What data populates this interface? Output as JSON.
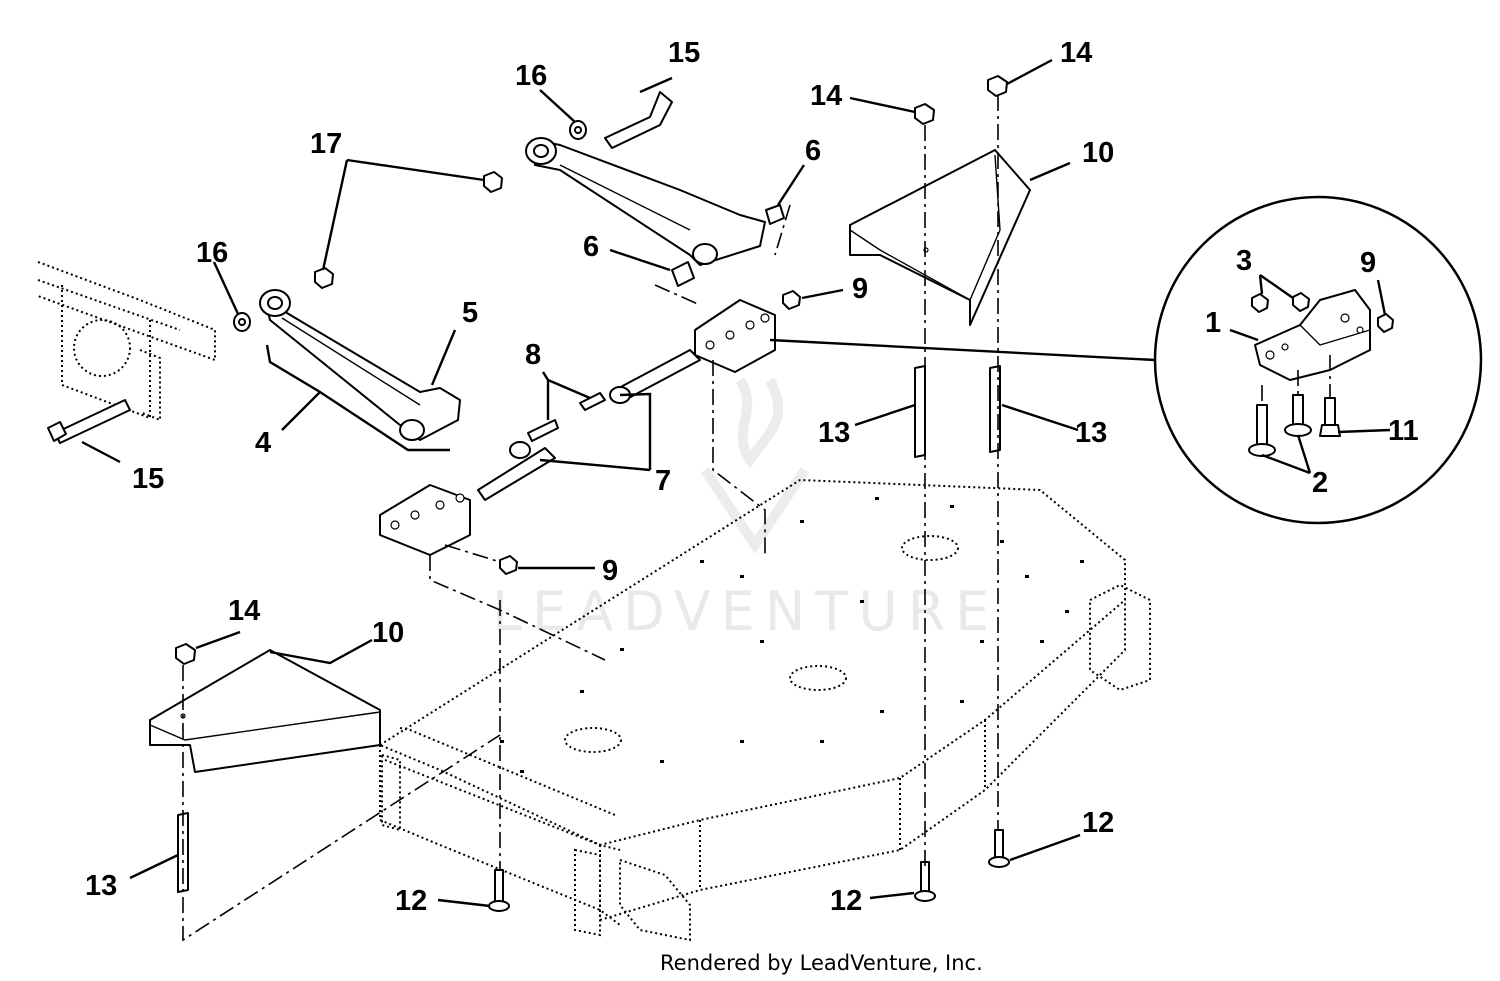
{
  "callouts": [
    {
      "id": "c15a",
      "text": "15"
    },
    {
      "id": "c16a",
      "text": "16"
    },
    {
      "id": "c17",
      "text": "17"
    },
    {
      "id": "c16b",
      "text": "16"
    },
    {
      "id": "c5",
      "text": "5"
    },
    {
      "id": "c4",
      "text": "4"
    },
    {
      "id": "c15b",
      "text": "15"
    },
    {
      "id": "c6a",
      "text": "6"
    },
    {
      "id": "c6b",
      "text": "6"
    },
    {
      "id": "c9a",
      "text": "9"
    },
    {
      "id": "c8",
      "text": "8"
    },
    {
      "id": "c7",
      "text": "7"
    },
    {
      "id": "c9b",
      "text": "9"
    },
    {
      "id": "c14a",
      "text": "14"
    },
    {
      "id": "c14b",
      "text": "14"
    },
    {
      "id": "c10a",
      "text": "10"
    },
    {
      "id": "c13a",
      "text": "13"
    },
    {
      "id": "c13b",
      "text": "13"
    },
    {
      "id": "c3",
      "text": "3"
    },
    {
      "id": "c9c",
      "text": "9"
    },
    {
      "id": "c1",
      "text": "1"
    },
    {
      "id": "c11",
      "text": "11"
    },
    {
      "id": "c2",
      "text": "2"
    },
    {
      "id": "c14c",
      "text": "14"
    },
    {
      "id": "c10b",
      "text": "10"
    },
    {
      "id": "c13c",
      "text": "13"
    },
    {
      "id": "c12a",
      "text": "12"
    },
    {
      "id": "c12b",
      "text": "12"
    },
    {
      "id": "c12c",
      "text": "12"
    }
  ],
  "watermark": "LEADVENTURE",
  "credit": "Rendered by LeadVenture, Inc."
}
